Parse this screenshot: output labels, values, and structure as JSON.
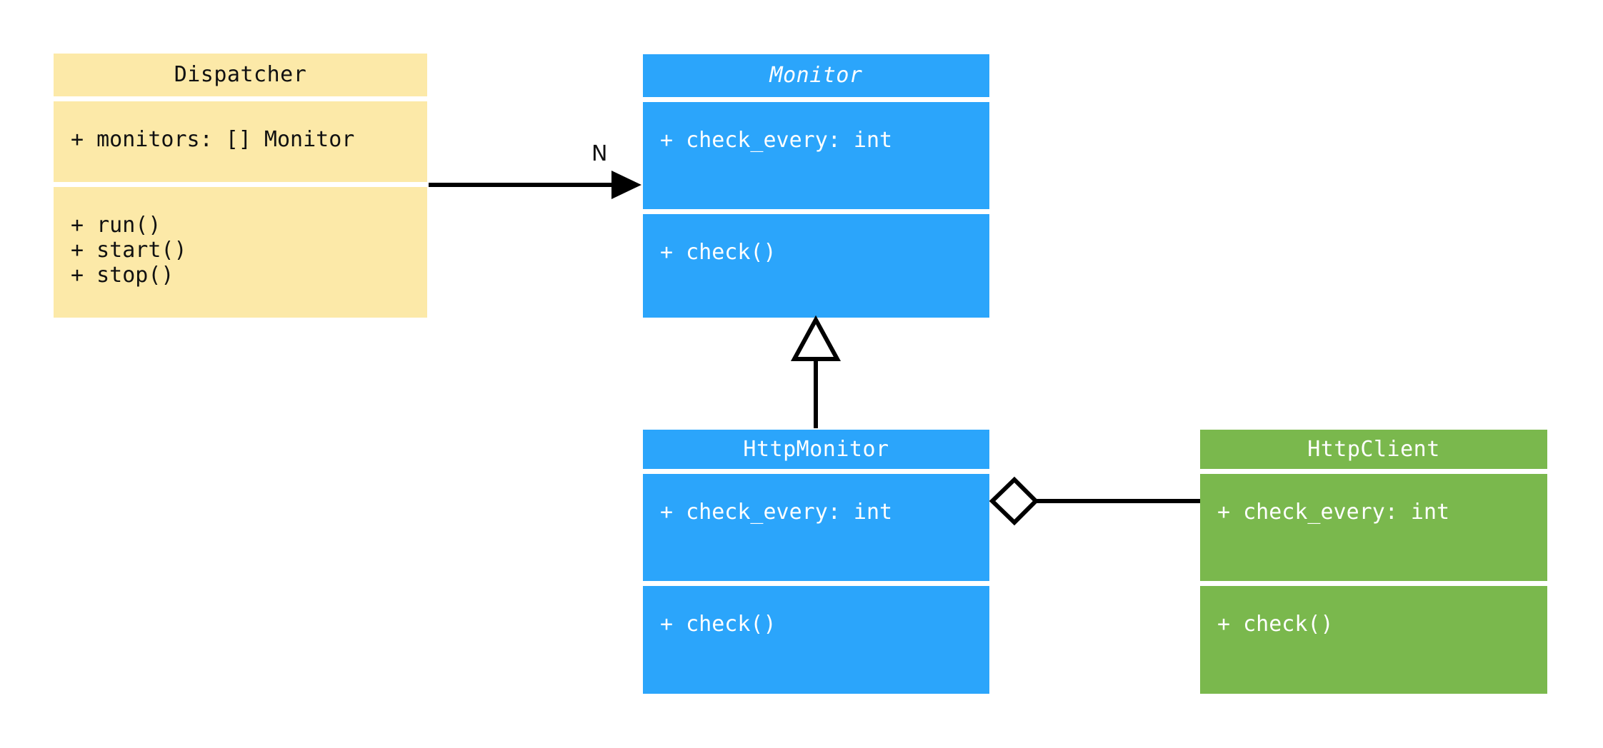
{
  "diagram": {
    "kind": "uml-class-diagram",
    "background": "#ffffff",
    "classes": [
      {
        "id": "dispatcher",
        "name": "Dispatcher",
        "abstract": false,
        "color": "#fce9a8",
        "text_color": "#111111",
        "attributes": [
          "+ monitors: [] Monitor"
        ],
        "methods": [
          "+ run()",
          "+ start()",
          "+ stop()"
        ]
      },
      {
        "id": "monitor",
        "name": "Monitor",
        "abstract": true,
        "color": "#2ba5fb",
        "text_color": "#ffffff",
        "attributes": [
          "+ check_every: int"
        ],
        "methods": [
          "+ check()"
        ]
      },
      {
        "id": "httpmonitor",
        "name": "HttpMonitor",
        "abstract": false,
        "color": "#2ba5fb",
        "text_color": "#ffffff",
        "attributes": [
          "+ check_every: int"
        ],
        "methods": [
          "+ check()"
        ]
      },
      {
        "id": "httpclient",
        "name": "HttpClient",
        "abstract": false,
        "color": "#7ab84d",
        "text_color": "#ffffff",
        "attributes": [
          "+ check_every: int"
        ],
        "methods": [
          "+ check()"
        ]
      }
    ],
    "relationships": [
      {
        "id": "dispatcher-to-monitor",
        "type": "association",
        "arrow": "filled-triangle",
        "from": "Dispatcher",
        "to": "Monitor",
        "label": "N",
        "line_color": "#000000"
      },
      {
        "id": "httpmonitor-to-monitor",
        "type": "generalization",
        "arrow": "hollow-triangle",
        "from": "HttpMonitor",
        "to": "Monitor",
        "label": "",
        "line_color": "#000000"
      },
      {
        "id": "httpmonitor-to-httpclient",
        "type": "aggregation",
        "arrow": "hollow-diamond",
        "from": "HttpMonitor",
        "to": "HttpClient",
        "label": "",
        "line_color": "#000000"
      }
    ]
  }
}
